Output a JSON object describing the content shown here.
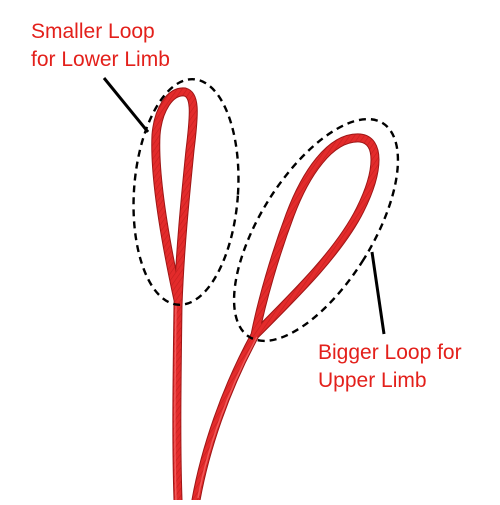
{
  "colors": {
    "background": "#ffffff",
    "cord": "#e32b2b",
    "cord_shadow": "#b01a1a",
    "cord_highlight": "#ff6b6b",
    "label_text": "#e3201b",
    "callout": "#000000"
  },
  "callouts": {
    "smaller_loop": {
      "line1": "Smaller Loop",
      "line2": "for Lower Limb"
    },
    "bigger_loop": {
      "line1": "Bigger Loop for",
      "line2": "Upper Limb"
    }
  }
}
